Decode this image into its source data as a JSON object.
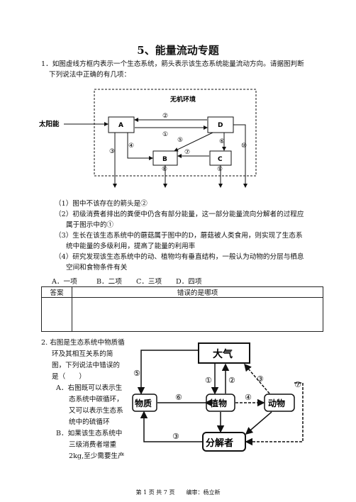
{
  "title": "5、能量流动专题",
  "q1": {
    "stem_line1": "1．如图虚线方框内表示一个生态系统，箭头表示该生态系统能量流动方向。请据图判断",
    "stem_line2": "下列说法中正确的有几项：",
    "diagram": {
      "env_label": "无机环境",
      "sun_label": "太阳能",
      "nodes": [
        "A",
        "B",
        "C",
        "D"
      ],
      "arrow_nums": [
        "①",
        "②",
        "③",
        "④",
        "⑤",
        "⑥",
        "⑦",
        "⑧",
        "⑨",
        "⑩"
      ]
    },
    "statements": [
      "（1）图中不该存在的箭头是②",
      "（2）初级消费者排出的粪便中仍含有部分能量，这一部分能量流向分解者的过程应",
      "属于图示中的①",
      "（3）生长在该生态系统中的蘑菇属于图中的D，蘑菇被人类食用，则实现了生态系",
      "统中能量的多级利用，提高了能量的利用率",
      "（4）研究发现该生态系统中的动、植物均有垂直结构，一般认为动物的分层与栖息",
      "空间和食物条件有关"
    ],
    "options": [
      "A．一项",
      "B．二项",
      "C．三项",
      "D．四项"
    ],
    "table": {
      "col1": "答案",
      "col2": "错误的是哪项"
    }
  },
  "q2": {
    "lines": [
      "2. 右图是生态系统中物质循",
      "环及其相互关系的简",
      "图，下列说法中错误的",
      "是（　　）"
    ],
    "option_a": [
      "A．右图既可以表示生",
      "态系统中碳循环，",
      "又可以表示生态系",
      "统中的硫循环"
    ],
    "option_b": [
      "B．如果该生态系统中",
      "三级消费者增重",
      "2kg,至少需要生产"
    ],
    "diagram": {
      "atmosphere": "大气",
      "matter": "物质",
      "plant": "植物",
      "animal": "动物",
      "decomposer": "分解者",
      "arrow_nums": [
        "①",
        "②",
        "③",
        "④",
        "⑤",
        "⑥",
        "⑦"
      ]
    }
  },
  "footer": "第 1 页 共 7 页　　编审：杨立新"
}
